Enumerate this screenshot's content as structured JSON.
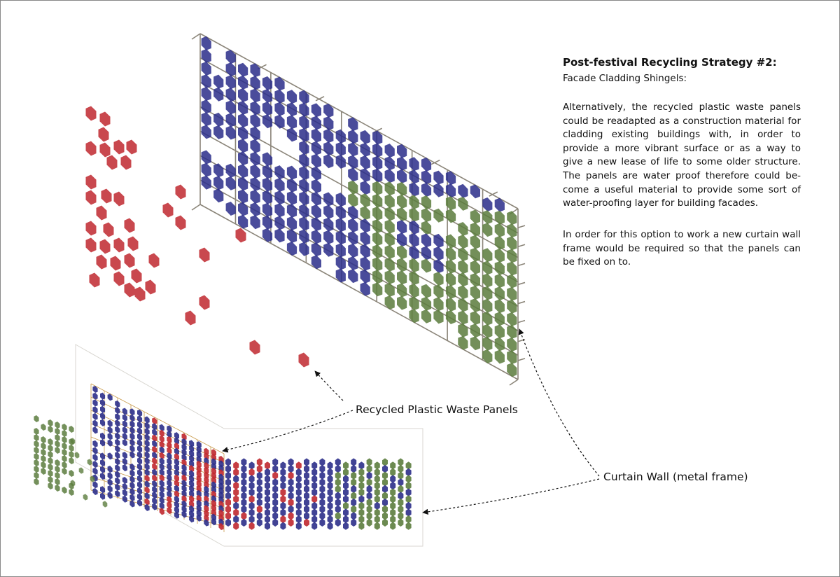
{
  "title": "Post-festival Recycling Strategy #2:",
  "subtitle": "Facade Cladding Shingels:",
  "paragraphs": [
    "Alternatively, the recycled plastic waste panels could be readapted as a construction material for cladding existing buildings with, in order to provide a more vibrant surface or as a way to give a new lease of life to some older structure. The panels are water proof therefore could be-come a useful material to provide some sort of water-proofing layer for building facades.",
    "In order for this option to work a new curtain wall frame would be required so that the panels can be fixed on to."
  ],
  "labels": {
    "panels": "Recycled Plastic Waste Panels",
    "curtain_wall": "Curtain Wall (metal frame)"
  },
  "colors": {
    "red": "#c0282f",
    "blue": "#2c2f8a",
    "green": "#5c7d3e",
    "frame": "#8a8478",
    "accent_frame": "#c89a4a"
  }
}
